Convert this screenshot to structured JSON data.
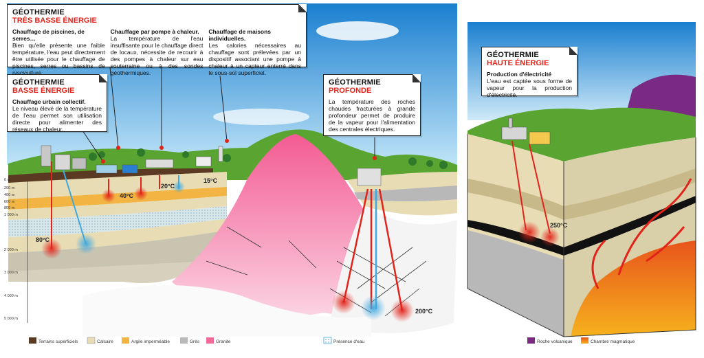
{
  "callouts": {
    "tres_basse": {
      "title": "GÉOTHERMIE",
      "subtitle": "TRÈS BASSE ÉNERGIE",
      "col1_head": "Chauffage de piscines, de serres…",
      "col1_text": "Bien qu'elle présente une faible température, l'eau peut directement être utilisée pour le chauffage de piscines, serres ou bassins de pisciculture.",
      "col2_head": "Chauffage par pompe à chaleur.",
      "col2_text": "La température de l'eau insuffisante pour le chauffage direct de locaux, nécessite de recourir à des pompes à chaleur sur eau souterraine ou à des sondes géothermiques.",
      "col3_head": "Chauffage de maisons individuelles.",
      "col3_text": "Les calories nécessaires au chauffage sont prélevées par un dispositif associant une pompe à chaleur à un capteur enterré dans le sous-sol superficiel."
    },
    "basse": {
      "title": "GÉOTHERMIE",
      "subtitle": "BASSE ÉNERGIE",
      "head": "Chauffage urbain collectif.",
      "text": "Le niveau élevé de la température de l'eau permet son utilisation directe pour alimenter des réseaux de chaleur."
    },
    "profonde": {
      "title": "GÉOTHERMIE",
      "subtitle": "PROFONDE",
      "text": "La température des roches chaudes fracturées à grande profondeur permet de produire de la vapeur pour l'alimentation des centrales électriques."
    },
    "haute": {
      "title": "GÉOTHERMIE",
      "subtitle": "HAUTE ÉNERGIE",
      "head": "Production d'électricité",
      "text": "L'eau est captée sous forme de vapeur pour la production d'électricité."
    }
  },
  "temperatures": {
    "t15": "15°C",
    "t20": "20°C",
    "t40": "40°C",
    "t80": "80°C",
    "t200": "200°C",
    "t250": "250°C"
  },
  "depth_axis": [
    "0 m",
    "200 m",
    "400 m",
    "600 m",
    "800 m",
    "1 000 m",
    "2 000 m",
    "3 000 m",
    "4 000 m",
    "5 000 m"
  ],
  "legend": {
    "terrains": "Terrains superficiels",
    "calcaire": "Calcaire",
    "argile": "Argile imperméable",
    "gres": "Grès",
    "granite": "Granite",
    "eau": "Présence d'eau",
    "roche": "Roche volcanique",
    "chambre": "Chambre magmatique"
  },
  "colors": {
    "sky": "#2a8fd8",
    "grass": "#5aa532",
    "calcaire": "#e8dcb4",
    "argile": "#f2b544",
    "gres": "#b8b8b8",
    "granite": "#f26a9a",
    "magma": "#e8501c",
    "volcanic": "#7a2a82",
    "hot_red": "#e2231a",
    "water_blue": "#3fa8e0"
  }
}
